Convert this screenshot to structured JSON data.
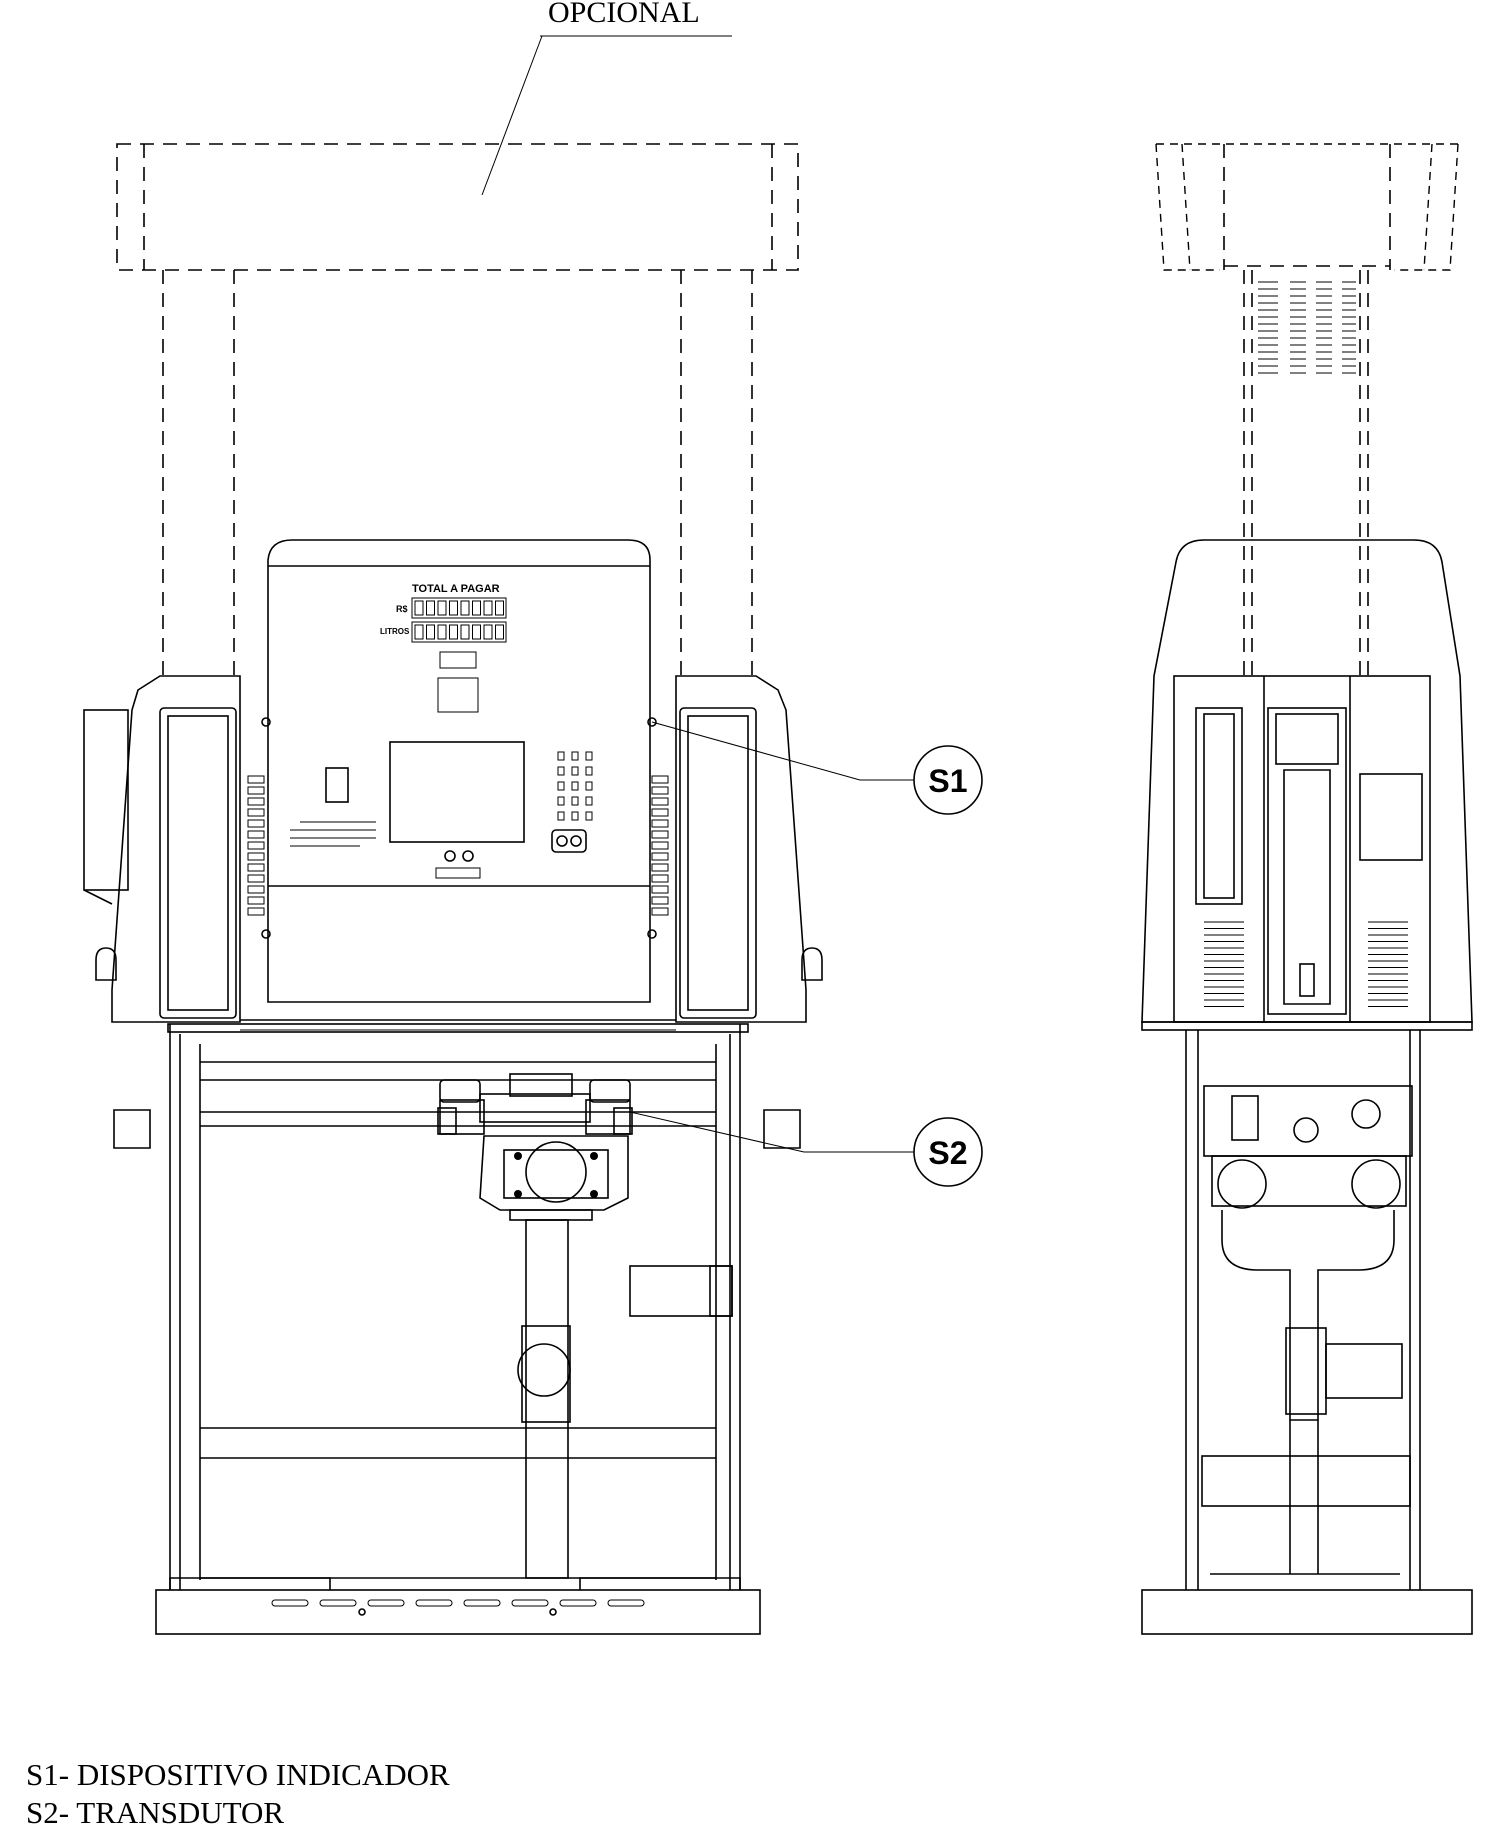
{
  "labels": {
    "optional": "OPCIONAL",
    "s1": "S1",
    "s2": "S2"
  },
  "display": {
    "total_title": "TOTAL A PAGAR",
    "currency": "R$",
    "liters": "LITROS"
  },
  "legend": [
    "S1- DISPOSITIVO INDICADOR",
    "S2- TRANSDUTOR"
  ]
}
